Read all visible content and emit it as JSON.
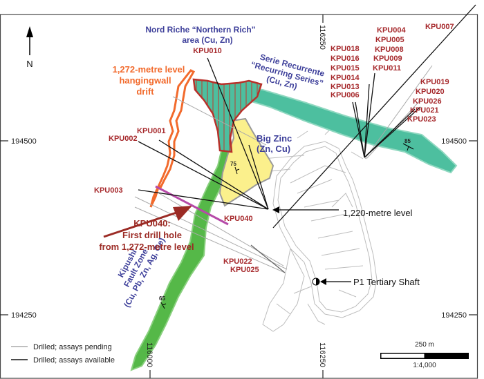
{
  "map": {
    "north_label": "N",
    "nord_riche": {
      "line1": "Nord Riche “Northern Rich”",
      "line2": "area (Cu, Zn)"
    },
    "drift": {
      "line1": "1,272-metre level",
      "line2": "hangingwall",
      "line3": "drift"
    },
    "serie": {
      "line1": "Serie Recurrente",
      "line2": "“Recurring Series”",
      "line3": "(Cu, Zn)"
    },
    "big_zinc": {
      "line1": "Big Zinc",
      "line2": "(Zn, Cu)"
    },
    "fault_zone": {
      "line1": "Kipushi",
      "line2": "Fault Zone",
      "line3": "(Cu, Pb, Zn, Ag, Ge)"
    },
    "kpu040_callout": {
      "line1": "KPU040:",
      "line2": "First drill hole",
      "line3": "from 1,272-metre level"
    },
    "level_1220": "1,220-metre level",
    "shaft": "P1 Tertiary Shaft",
    "dips": [
      "75",
      "85",
      "65"
    ],
    "drill_holes": {
      "kpu010": "KPU010",
      "kpu001": "KPU001",
      "kpu002": "KPU002",
      "kpu003": "KPU003",
      "kpu040": "KPU040",
      "kpu022": "KPU022",
      "kpu025": "KPU025",
      "kpu007": "KPU007",
      "group_a": [
        "KPU018",
        "KPU016",
        "KPU015",
        "KPU014",
        "KPU013",
        "KPU006"
      ],
      "group_b": [
        "KPU004",
        "KPU005",
        "KPU008",
        "KPU009",
        "KPU011"
      ],
      "group_c": [
        "KPU019",
        "KPU020",
        "KPU026",
        "KPU021",
        "KPU023"
      ]
    },
    "grid": {
      "northing_top": "194500",
      "northing_bottom": "194250",
      "easting_left": "116000",
      "easting_right": "116250"
    },
    "legend": {
      "pending": "Drilled; assays pending",
      "available": "Drilled; assays available"
    },
    "scale": {
      "distance": "250 m",
      "ratio": "1:4,000"
    },
    "colors": {
      "fault_zone": "#55b848",
      "serie": "#4dbf9f",
      "big_zinc": "#fbf08c",
      "nord_riche": "#a6282b",
      "drift": "#f26a2c",
      "kpu040": "#b64aa8"
    }
  }
}
